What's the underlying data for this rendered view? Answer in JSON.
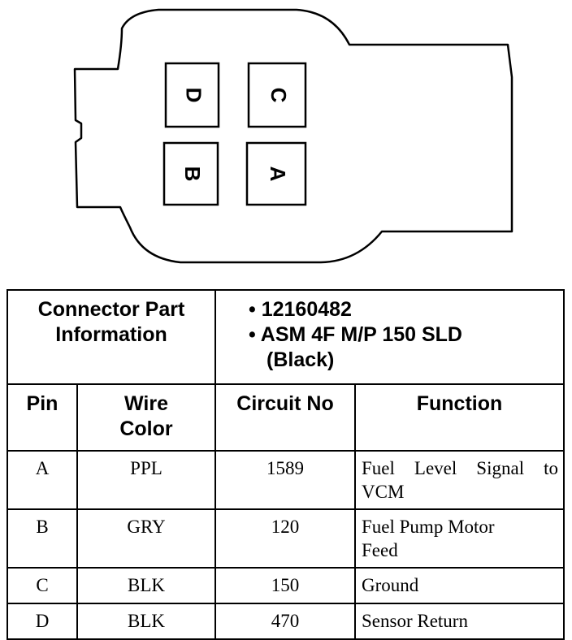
{
  "connector": {
    "pins": [
      {
        "id": "D",
        "label": "D"
      },
      {
        "id": "C",
        "label": "C"
      },
      {
        "id": "B",
        "label": "B"
      },
      {
        "id": "A",
        "label": "A"
      }
    ]
  },
  "part_info": {
    "label_line1": "Connector Part",
    "label_line2": "Information",
    "items": [
      "• 12160482",
      "• ASM 4F M/P 150 SLD",
      "(Black)"
    ]
  },
  "columns": {
    "pin": "Pin",
    "wire_color_line1": "Wire",
    "wire_color_line2": "Color",
    "circuit_no": "Circuit No",
    "function": "Function"
  },
  "rows": [
    {
      "pin": "A",
      "wire_color": "PPL",
      "circuit_no": "1589",
      "function_line1": "Fuel Level Signal to",
      "function_line2": "VCM"
    },
    {
      "pin": "B",
      "wire_color": "GRY",
      "circuit_no": "120",
      "function_line1": "Fuel Pump Motor",
      "function_line2": "Feed"
    },
    {
      "pin": "C",
      "wire_color": "BLK",
      "circuit_no": "150",
      "function_line1": "Ground",
      "function_line2": ""
    },
    {
      "pin": "D",
      "wire_color": "BLK",
      "circuit_no": "470",
      "function_line1": "Sensor Return",
      "function_line2": ""
    }
  ]
}
